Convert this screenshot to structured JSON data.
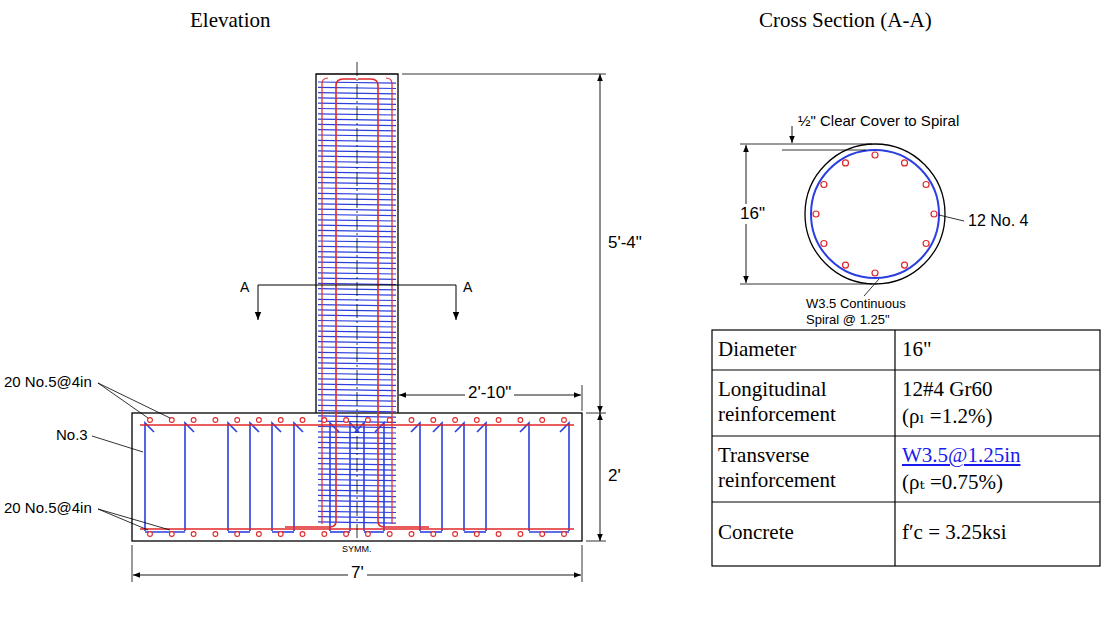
{
  "diagram": {
    "labels": [
      "Elevation",
      "Cross Section (A-A)",
      "½\" Clear Cover to Spiral",
      "16\"",
      "12 No. 4",
      "W3.5 Continuous Spiral @ 1.25\"",
      "5'-4\"",
      "2'-10\"",
      "A",
      "A",
      "20 No.5@4in",
      "No.3",
      "20 No.5@4in",
      "2'",
      "SYMM.",
      "7'",
      "Diameter",
      "16\"",
      "Longitudinal reinforcement",
      "12#4 Gr60",
      "(ρₗ =1.2%)",
      "Transverse reinforcement",
      "W3.5@1.25in",
      "(ρₜ =0.75%)",
      "Concrete",
      "f′c = 3.25ksi"
    ]
  }
}
